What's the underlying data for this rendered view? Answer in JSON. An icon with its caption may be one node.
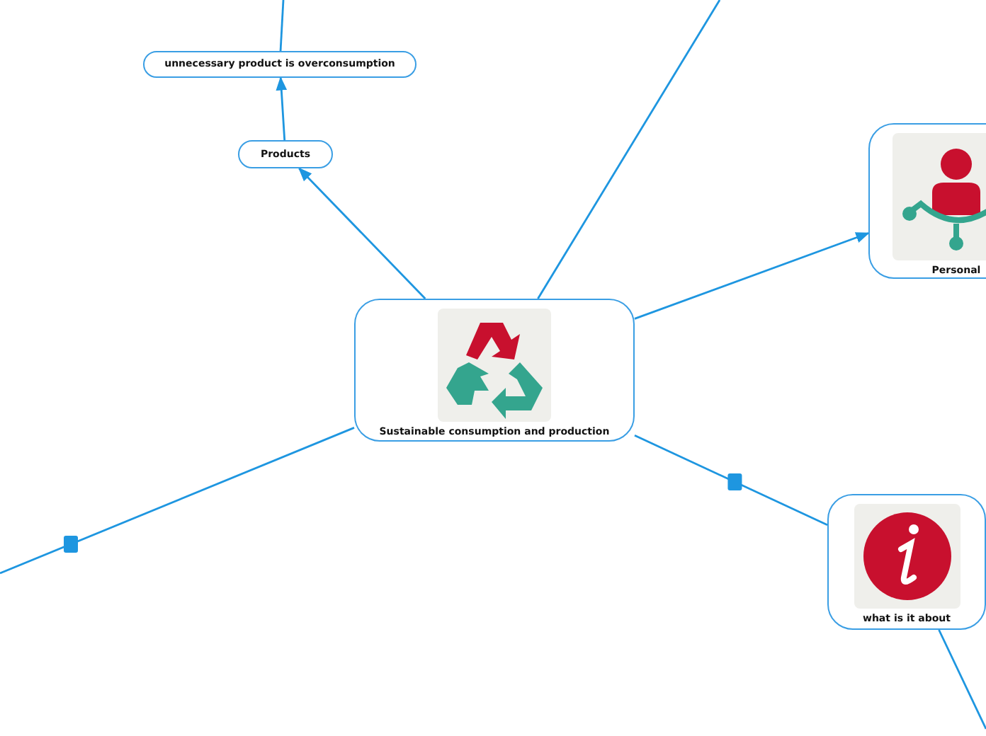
{
  "diagram": {
    "nodes": [
      {
        "text": [
          "Sustainable consumption and production"
        ]
      },
      {
        "text": [
          "Products"
        ]
      },
      {
        "text": [
          "unnecessary product is overconsumption"
        ]
      },
      {
        "text": [
          "Personal"
        ]
      },
      {
        "text": [
          "what is it about"
        ]
      }
    ],
    "edges": [
      {
        "from": 0,
        "to": 1,
        "arrow": "to"
      },
      {
        "from": 1,
        "to": 2,
        "arrow": "to"
      },
      {
        "from": 2,
        "to": null,
        "arrow": "none"
      },
      {
        "from": 0,
        "to": null,
        "arrow": "none"
      },
      {
        "from": 0,
        "to": 3,
        "arrow": "to"
      },
      {
        "from": 0,
        "to": 4,
        "arrow": "none"
      },
      {
        "from": 0,
        "to": null,
        "arrow": "none"
      },
      {
        "from": 4,
        "to": null,
        "arrow": "none"
      }
    ]
  }
}
